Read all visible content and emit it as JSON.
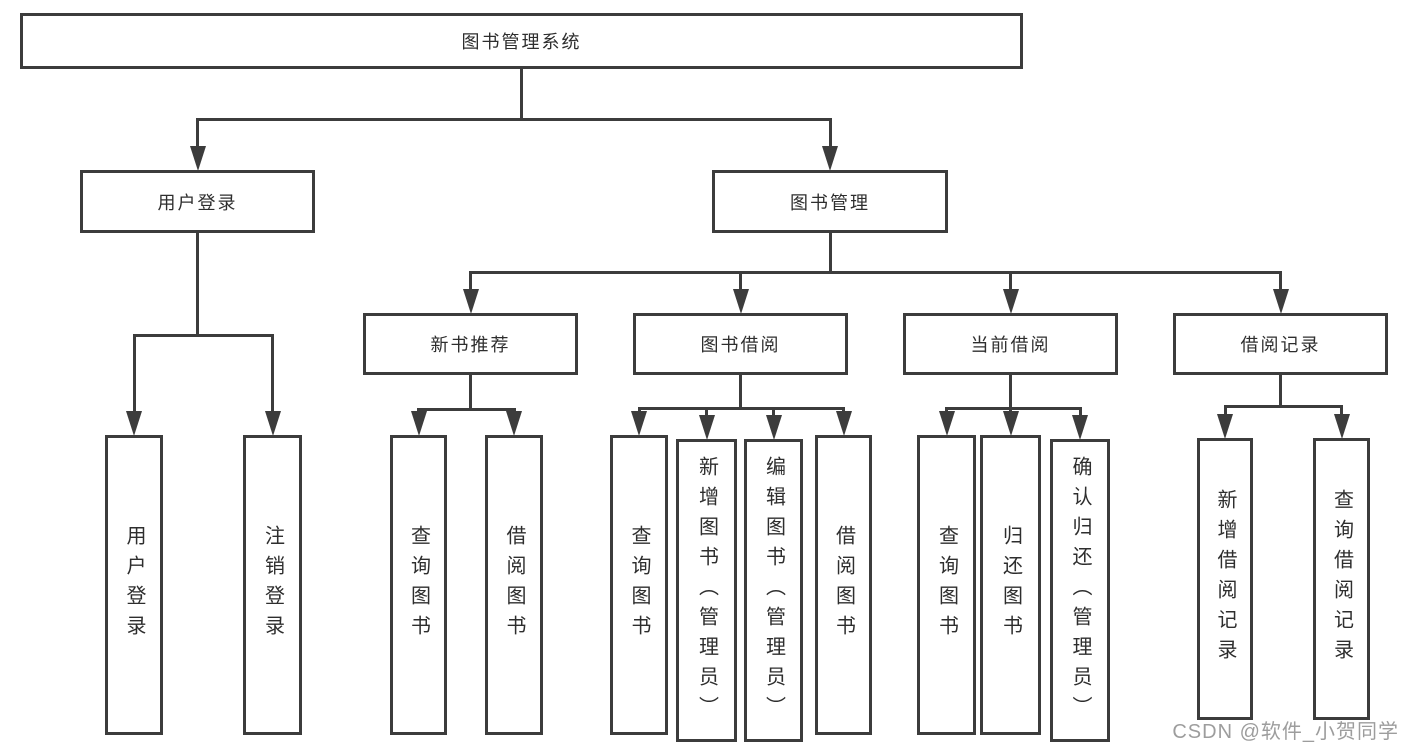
{
  "diagram": {
    "type": "hierarchy-tree",
    "watermark": "CSDN @软件_小贺同学",
    "colors": {
      "line": "#3c3c3c",
      "box_border": "#3c3c3c",
      "text": "#2e2e2e",
      "watermark": "#9d9d9d",
      "background": "#ffffff"
    }
  },
  "nodes": [
    {
      "id": "root",
      "label": "图书管理系统",
      "parent": null
    },
    {
      "id": "user-login",
      "label": "用户登录",
      "parent": "root"
    },
    {
      "id": "book-mgmt",
      "label": "图书管理",
      "parent": "root"
    },
    {
      "id": "new-book-rec",
      "label": "新书推荐",
      "parent": "book-mgmt"
    },
    {
      "id": "book-borrow",
      "label": "图书借阅",
      "parent": "book-mgmt"
    },
    {
      "id": "current-borrow",
      "label": "当前借阅",
      "parent": "book-mgmt"
    },
    {
      "id": "borrow-records",
      "label": "借阅记录",
      "parent": "book-mgmt"
    },
    {
      "id": "leaf-user-login",
      "label": "用户登录",
      "parent": "user-login"
    },
    {
      "id": "leaf-logout",
      "label": "注销登录",
      "parent": "user-login"
    },
    {
      "id": "leaf-query-books-rec",
      "label": "查询图书",
      "parent": "new-book-rec"
    },
    {
      "id": "leaf-borrow-books-rec",
      "label": "借阅图书",
      "parent": "new-book-rec"
    },
    {
      "id": "leaf-query-books-borrow",
      "label": "查询图书",
      "parent": "book-borrow"
    },
    {
      "id": "leaf-add-books",
      "label": "新增图书（管理员）",
      "parent": "book-borrow"
    },
    {
      "id": "leaf-edit-books",
      "label": "编辑图书（管理员）",
      "parent": "book-borrow"
    },
    {
      "id": "leaf-borrow-books",
      "label": "借阅图书",
      "parent": "book-borrow"
    },
    {
      "id": "leaf-query-books-current",
      "label": "查询图书",
      "parent": "current-borrow"
    },
    {
      "id": "leaf-return-books",
      "label": "归还图书",
      "parent": "current-borrow"
    },
    {
      "id": "leaf-confirm-return",
      "label": "确认归还（管理员）",
      "parent": "current-borrow"
    },
    {
      "id": "leaf-add-borrow-record",
      "label": "新增借阅记录",
      "parent": "borrow-records"
    },
    {
      "id": "leaf-query-borrow-record",
      "label": "查询借阅记录",
      "parent": "borrow-records"
    }
  ]
}
